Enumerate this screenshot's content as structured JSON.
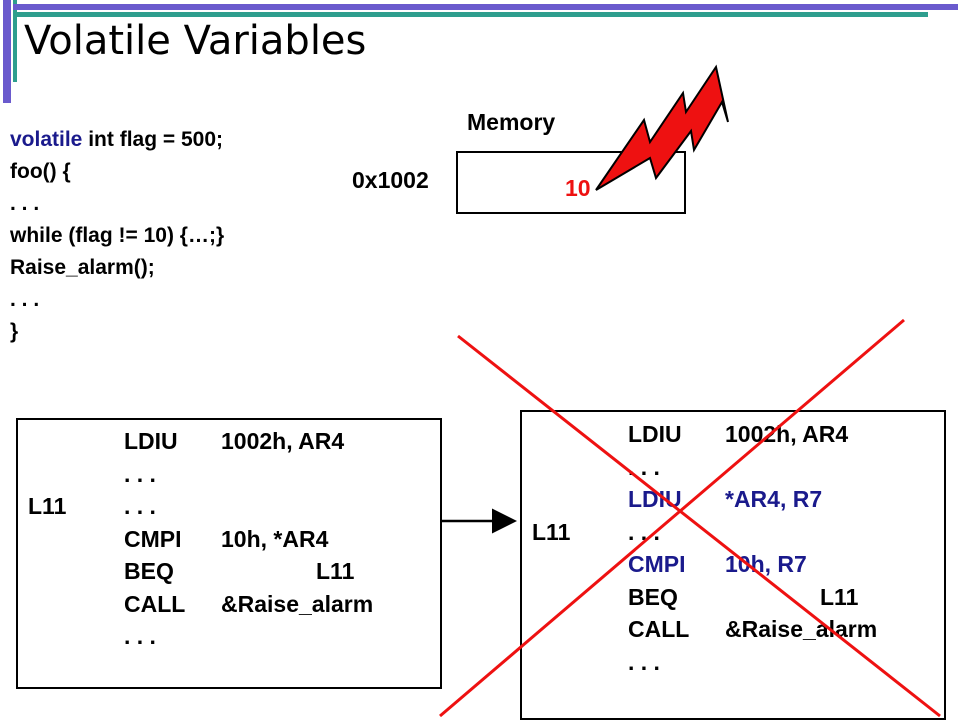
{
  "slide": {
    "title": "Volatile Variables"
  },
  "c_code": [
    {
      "kw": "volatile",
      "rest": " int flag = 500;"
    },
    {
      "kw": "",
      "rest": "foo() {"
    },
    {
      "kw": "",
      "rest": ". . ."
    },
    {
      "kw": "",
      "rest": "while (flag != 10) {…;}"
    },
    {
      "kw": "",
      "rest": "Raise_alarm();"
    },
    {
      "kw": "",
      "rest": ". . ."
    },
    {
      "kw": "",
      "rest": "}"
    }
  ],
  "memory": {
    "label": "Memory",
    "address": "0x1002",
    "value": "10"
  },
  "asm_left": [
    {
      "label": "",
      "op": "LDIU",
      "arg": "1002h, AR4",
      "arg2": ""
    },
    {
      "label": "",
      "op": ". . .",
      "arg": "",
      "arg2": ""
    },
    {
      "label": "L11",
      "op": ". . .",
      "arg": "",
      "arg2": ""
    },
    {
      "label": "",
      "op": "CMPI",
      "arg": "10h, *AR4",
      "arg2": ""
    },
    {
      "label": "",
      "op": "BEQ",
      "arg": "",
      "arg2": "L11"
    },
    {
      "label": "",
      "op": "CALL",
      "arg": "&Raise_alarm",
      "arg2": ""
    },
    {
      "label": "",
      "op": ". . .",
      "arg": "",
      "arg2": ""
    }
  ],
  "asm_right": [
    {
      "label": "",
      "op": "LDIU",
      "arg": "1002h, AR4",
      "arg2": "",
      "highlight": false
    },
    {
      "label": "",
      "op": ". . .",
      "arg": "",
      "arg2": "",
      "highlight": false
    },
    {
      "label": "",
      "op": "LDIU",
      "arg": "*AR4, R7",
      "arg2": "",
      "highlight": true
    },
    {
      "label": "L11",
      "op": ". . .",
      "arg": "",
      "arg2": "",
      "highlight": false
    },
    {
      "label": "",
      "op": "CMPI",
      "arg": "10h, R7",
      "arg2": "",
      "highlight": true
    },
    {
      "label": "",
      "op": "BEQ",
      "arg": "",
      "arg2": "L11",
      "highlight": false
    },
    {
      "label": "",
      "op": "CALL",
      "arg": "&Raise_alarm",
      "arg2": "",
      "highlight": false
    },
    {
      "label": "",
      "op": ". . .",
      "arg": "",
      "arg2": "",
      "highlight": false
    }
  ],
  "colors": {
    "accent_purple": "#6a5acd",
    "accent_teal": "#2e9e8e",
    "keyword_blue": "#1a1a8c",
    "alert_red": "#ee1111"
  },
  "icons": {
    "lightning": "lightning-bolt-icon",
    "cross": "red-x-cross-icon",
    "arrow": "right-arrow-icon"
  }
}
